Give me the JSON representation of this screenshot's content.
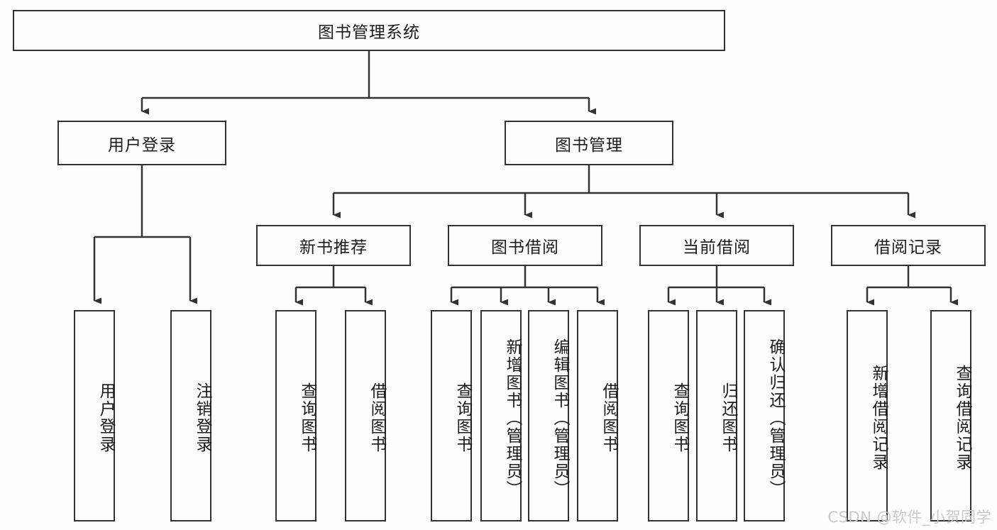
{
  "diagram": {
    "title": "图书管理系统",
    "type": "hierarchy-tree",
    "root": {
      "label": "图书管理系统"
    },
    "level2": [
      {
        "id": "user-login",
        "label": "用户登录"
      },
      {
        "id": "book-manage",
        "label": "图书管理"
      }
    ],
    "level3": [
      {
        "id": "new-book-recommend",
        "label": "新书推荐",
        "parent": "book-manage"
      },
      {
        "id": "book-borrow",
        "label": "图书借阅",
        "parent": "book-manage"
      },
      {
        "id": "current-borrow",
        "label": "当前借阅",
        "parent": "book-manage"
      },
      {
        "id": "borrow-record",
        "label": "借阅记录",
        "parent": "book-manage"
      }
    ],
    "leaves": [
      {
        "id": "leaf-user-login",
        "label": "用户登录",
        "parent": "user-login"
      },
      {
        "id": "leaf-logout",
        "label": "注销登录",
        "parent": "user-login"
      },
      {
        "id": "leaf-query-book-1",
        "label": "查询图书",
        "parent": "new-book-recommend"
      },
      {
        "id": "leaf-borrow-book-1",
        "label": "借阅图书",
        "parent": "new-book-recommend"
      },
      {
        "id": "leaf-query-book-2",
        "label": "查询图书",
        "parent": "book-borrow"
      },
      {
        "id": "leaf-add-book",
        "label": "新增图书（管理员）",
        "parent": "book-borrow"
      },
      {
        "id": "leaf-edit-book",
        "label": "编辑图书（管理员）",
        "parent": "book-borrow"
      },
      {
        "id": "leaf-borrow-book-2",
        "label": "借阅图书",
        "parent": "book-borrow"
      },
      {
        "id": "leaf-query-book-3",
        "label": "查询图书",
        "parent": "current-borrow"
      },
      {
        "id": "leaf-return-book",
        "label": "归还图书",
        "parent": "current-borrow"
      },
      {
        "id": "leaf-confirm-return",
        "label": "确认归还（管理员）",
        "parent": "current-borrow"
      },
      {
        "id": "leaf-add-record",
        "label": "新增借阅记录",
        "parent": "borrow-record"
      },
      {
        "id": "leaf-query-record",
        "label": "查询借阅记录",
        "parent": "borrow-record"
      }
    ],
    "colors": {
      "border": "#333333",
      "background": "#fefefe",
      "text": "#1b1b1b",
      "watermark": "#c9c9c9"
    }
  },
  "watermark": {
    "text": "CSDN @软件_小贺同学"
  }
}
